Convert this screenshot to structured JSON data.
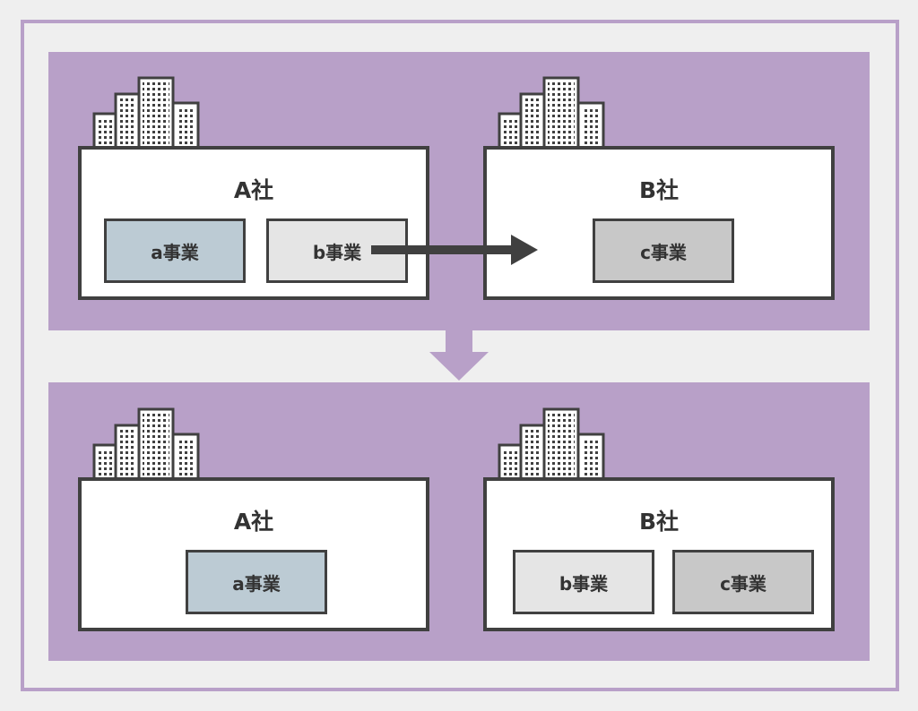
{
  "colors": {
    "frame": "#b8a0c8",
    "background": "#efefef",
    "border": "#404040",
    "business_a": "#bccbd4",
    "business_b": "#e5e5e5",
    "business_c": "#c8c8c8"
  },
  "before": {
    "company_a": {
      "name": "A社",
      "businesses": [
        "a事業",
        "b事業"
      ]
    },
    "company_b": {
      "name": "B社",
      "businesses": [
        "c事業"
      ]
    }
  },
  "after": {
    "company_a": {
      "name": "A社",
      "businesses": [
        "a事業"
      ]
    },
    "company_b": {
      "name": "B社",
      "businesses": [
        "b事業",
        "c事業"
      ]
    }
  },
  "icons": {
    "building": "building-icon",
    "transfer_arrow": "arrow-right-icon",
    "transition_arrow": "arrow-down-icon"
  }
}
